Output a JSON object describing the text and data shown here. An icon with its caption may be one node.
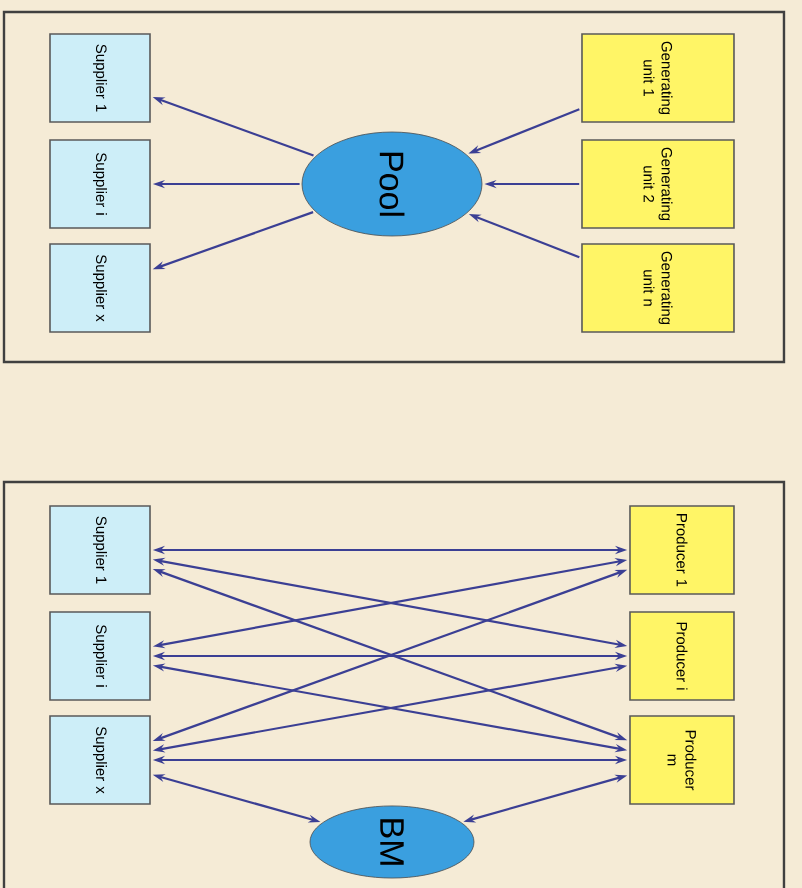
{
  "diagram": {
    "nodes": [
      {
        "text": [
          "Supplier 1"
        ]
      },
      {
        "text": [
          "Supplier i"
        ]
      },
      {
        "text": [
          "Supplier x"
        ]
      },
      {
        "text": [
          "Pool"
        ]
      },
      {
        "text": [
          "Generating unit 1"
        ]
      },
      {
        "text": [
          "Generating unit 2"
        ]
      },
      {
        "text": [
          "Generating unit n"
        ]
      },
      {
        "text": [
          "Supplier 1"
        ]
      },
      {
        "text": [
          "Supplier i"
        ]
      },
      {
        "text": [
          "Supplier x"
        ]
      },
      {
        "text": [
          "Producer 1"
        ]
      },
      {
        "text": [
          "Producer i"
        ]
      },
      {
        "text": [
          "Producer m"
        ]
      },
      {
        "text": [
          "BM"
        ]
      }
    ],
    "edges": [
      {
        "from": 3,
        "to": 0,
        "arrow": "to"
      },
      {
        "from": 3,
        "to": 1,
        "arrow": "to"
      },
      {
        "from": 3,
        "to": 2,
        "arrow": "to"
      },
      {
        "from": 4,
        "to": 3,
        "arrow": "to"
      },
      {
        "from": 5,
        "to": 3,
        "arrow": "to"
      },
      {
        "from": 6,
        "to": 3,
        "arrow": "to"
      },
      {
        "from": 7,
        "to": 10,
        "arrow": "both"
      },
      {
        "from": 7,
        "to": 11,
        "arrow": "both"
      },
      {
        "from": 7,
        "to": 12,
        "arrow": "both"
      },
      {
        "from": 8,
        "to": 10,
        "arrow": "both"
      },
      {
        "from": 8,
        "to": 11,
        "arrow": "both"
      },
      {
        "from": 8,
        "to": 12,
        "arrow": "both"
      },
      {
        "from": 9,
        "to": 10,
        "arrow": "both"
      },
      {
        "from": 9,
        "to": 11,
        "arrow": "both"
      },
      {
        "from": 9,
        "to": 12,
        "arrow": "both"
      },
      {
        "from": 9,
        "to": 13,
        "arrow": "both"
      },
      {
        "from": 13,
        "to": 12,
        "arrow": "both"
      }
    ]
  }
}
